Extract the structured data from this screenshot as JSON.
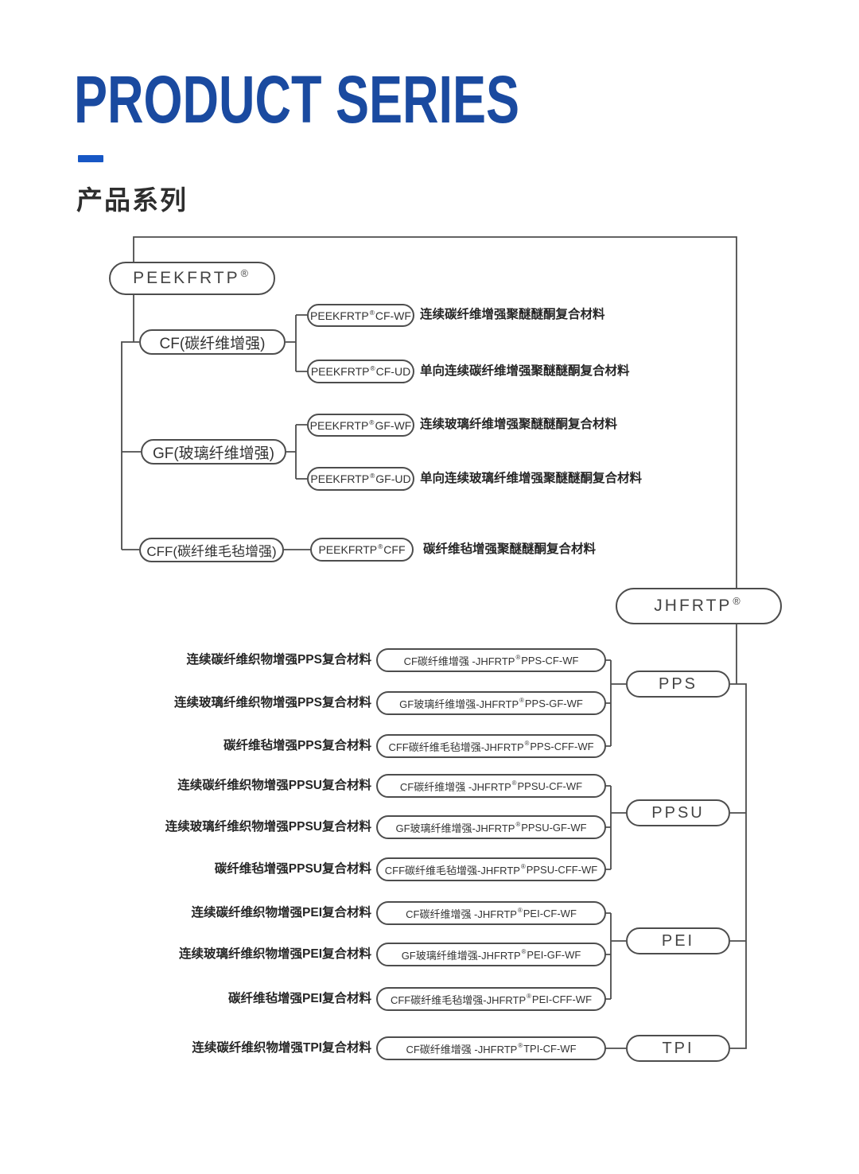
{
  "header": {
    "title": "PRODUCT SERIES",
    "subtitle": "产品系列",
    "title_color": "#1a4aa0",
    "dash_color": "#1757c5"
  },
  "symbols": {
    "registered": "®"
  },
  "line_color": "#4d4d4d",
  "peek_tree": {
    "root": {
      "pre": "PEEKFRTP"
    },
    "branches": [
      {
        "label": "CF(碳纤维增强)"
      },
      {
        "label": "GF(玻璃纤维增强)"
      },
      {
        "label": "CFF(碳纤维毛毡增强)"
      }
    ],
    "products": [
      {
        "pre": "PEEKFRTP",
        "post": "CF-WF",
        "desc": "连续碳纤维增强聚醚醚酮复合材料"
      },
      {
        "pre": "PEEKFRTP",
        "post": "CF-UD",
        "desc": "单向连续碳纤维增强聚醚醚酮复合材料"
      },
      {
        "pre": "PEEKFRTP",
        "post": "GF-WF",
        "desc": "连续玻璃纤维增强聚醚醚酮复合材料"
      },
      {
        "pre": "PEEKFRTP",
        "post": "GF-UD",
        "desc": "单向连续玻璃纤维增强聚醚醚酮复合材料"
      },
      {
        "pre": "PEEKFRTP",
        "post": "CFF",
        "desc": "碳纤维毡增强聚醚醚酮复合材料"
      }
    ]
  },
  "jh_tree": {
    "root": {
      "pre": "JHFRTP"
    },
    "groups": [
      {
        "name": "PPS",
        "rows": [
          {
            "label": "连续碳纤维织物增强PPS复合材料",
            "pre": "CF碳纤维增强 -JHFRTP",
            "post": "PPS-CF-WF"
          },
          {
            "label": "连续玻璃纤维织物增强PPS复合材料",
            "pre": "GF玻璃纤维增强-JHFRTP",
            "post": "PPS-GF-WF"
          },
          {
            "label": "碳纤维毡增强PPS复合材料",
            "pre": "CFF碳纤维毛毡增强-JHFRTP",
            "post": "PPS-CFF-WF"
          }
        ]
      },
      {
        "name": "PPSU",
        "rows": [
          {
            "label": "连续碳纤维织物增强PPSU复合材料",
            "pre": "CF碳纤维增强 -JHFRTP",
            "post": "PPSU-CF-WF"
          },
          {
            "label": "连续玻璃纤维织物增强PPSU复合材料",
            "pre": "GF玻璃纤维增强-JHFRTP",
            "post": "PPSU-GF-WF"
          },
          {
            "label": "碳纤维毡增强PPSU复合材料",
            "pre": "CFF碳纤维毛毡增强-JHFRTP",
            "post": "PPSU-CFF-WF"
          }
        ]
      },
      {
        "name": "PEI",
        "rows": [
          {
            "label": "连续碳纤维织物增强PEI复合材料",
            "pre": "CF碳纤维增强 -JHFRTP",
            "post": "PEI-CF-WF"
          },
          {
            "label": "连续玻璃纤维织物增强PEI复合材料",
            "pre": "GF玻璃纤维增强-JHFRTP",
            "post": "PEI-GF-WF"
          },
          {
            "label": "碳纤维毡增强PEI复合材料",
            "pre": "CFF碳纤维毛毡增强-JHFRTP",
            "post": "PEI-CFF-WF"
          }
        ]
      },
      {
        "name": "TPI",
        "rows": [
          {
            "label": "连续碳纤维织物增强TPI复合材料",
            "pre": "CF碳纤维增强 -JHFRTP",
            "post": "TPI-CF-WF"
          }
        ]
      }
    ]
  }
}
